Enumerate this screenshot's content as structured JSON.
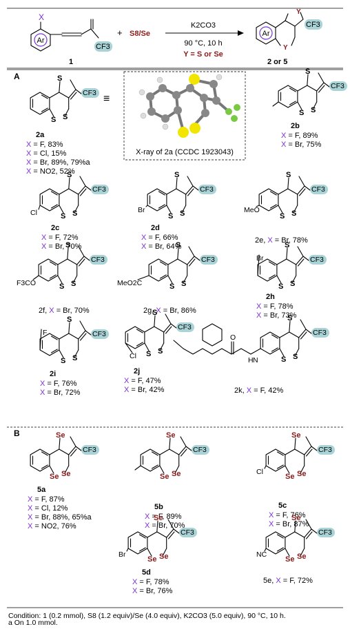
{
  "header": {
    "start_substituent": "X",
    "start_ring": "Ar",
    "start_cf3": "CF3",
    "start_label": "1",
    "reagent_plus": "+",
    "reagent": "S8/Se",
    "base": "K2CO3",
    "temp_time": "90 °C, 10 h",
    "y_def": "Y = S or Se",
    "product_ring": "Ar",
    "product_y": "Y",
    "product_cf3": "CF3",
    "product_label": "2 or 5"
  },
  "sections": {
    "a": "A",
    "b": "B"
  },
  "xray": {
    "caption": "X-ray of 2a (CCDC 1923043)",
    "equiv": "≡"
  },
  "compounds": [
    {
      "id": "2a",
      "lines": [
        "X = F, 83%",
        "X = Cl, 15%",
        "X = Br, 89%, 79%a",
        "X = NO2, 52%"
      ]
    },
    {
      "id": "2b",
      "lines": [
        "X = F, 89%",
        "X = Br, 75%"
      ]
    },
    {
      "id": "2c",
      "sub": "Cl",
      "lines": [
        "X = F, 72%",
        "X = Br, 70%"
      ]
    },
    {
      "id": "2d",
      "sub": "Br",
      "lines": [
        "X = F, 66%",
        "X = Br, 64%"
      ]
    },
    {
      "id": "2e",
      "sub": "MeO",
      "lines": [
        "2e, X = Br, 78%"
      ]
    },
    {
      "id": "2f",
      "sub": "F3CO",
      "lines": [
        "2f, X = Br, 70%"
      ]
    },
    {
      "id": "2g",
      "sub": "MeO2C",
      "lines": [
        "2g, X = Br, 86%"
      ]
    },
    {
      "id": "2h",
      "sub": "Br",
      "lines": [
        "X = F, 78%",
        "X = Br, 73%"
      ]
    },
    {
      "id": "2i",
      "sub": "F",
      "lines": [
        "X = F, 76%",
        "X = Br, 72%"
      ]
    },
    {
      "id": "2j",
      "sub": "Cl",
      "lines": [
        "X = F, 47%",
        "X = Br, 42%"
      ]
    },
    {
      "id": "2k",
      "sub": "NH, O",
      "lines": [
        "2k, X = F, 42%"
      ]
    },
    {
      "id": "5a",
      "lines": [
        "X = F, 87%",
        "X = Cl, 12%",
        "X = Br, 88%, 65%a",
        "X = NO2, 76%"
      ]
    },
    {
      "id": "5b",
      "lines": [
        "X = F, 89%",
        "X = Br, 70%"
      ]
    },
    {
      "id": "5c",
      "sub": "Cl",
      "lines": [
        "X = F, 76%",
        "X = Br, 87%"
      ]
    },
    {
      "id": "5d",
      "sub": "Br",
      "lines": [
        "X = F, 78%",
        "X = Br, 76%"
      ]
    },
    {
      "id": "5e",
      "sub": "NC",
      "lines": [
        "5e, X = F, 72%"
      ]
    }
  ],
  "atoms": {
    "s": "S",
    "se": "Se",
    "cf3": "CF3",
    "n": "N",
    "h": "H",
    "o": "O"
  },
  "footer": {
    "condition": "Condition: 1 (0.2 mmol), S8 (1.2 equiv)/Se (4.0 equiv), K2CO3 (5.0 equiv), 90 °C, 10 h.",
    "note": "a On 1.0 mmol."
  },
  "colors": {
    "accent": "#7b2fd6",
    "selenium": "#8b1a1a",
    "cf3_highlight": "#a9d3d6",
    "sulfur_xray": "#f2e600"
  }
}
